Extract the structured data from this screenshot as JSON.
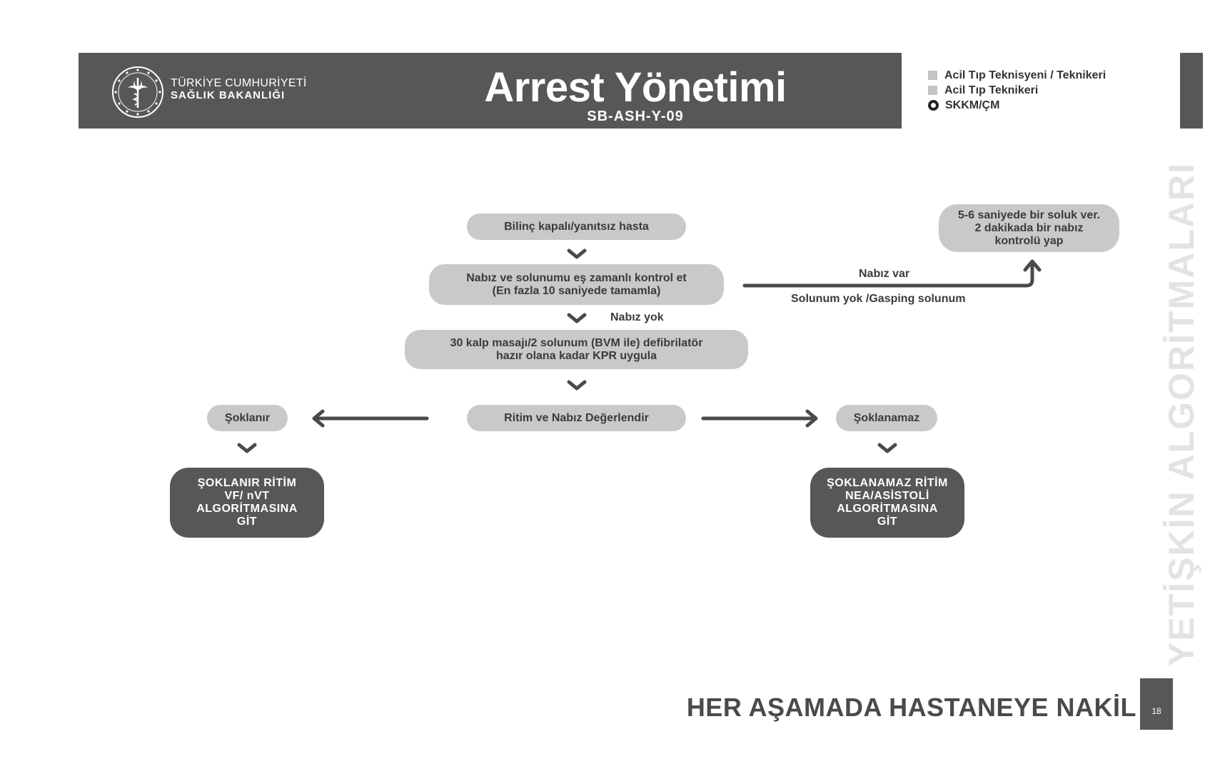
{
  "header": {
    "ministry_line1": "TÜRKİYE CUMHURİYETİ",
    "ministry_line2": "SAĞLIK BAKANLIĞI",
    "title": "Arrest Yönetimi",
    "code": "SB-ASH-Y-09"
  },
  "legend": {
    "items": [
      "Acil Tıp Teknisyeni / Teknikeri",
      "Acil Tıp Teknikeri",
      "SKKM/ÇM"
    ]
  },
  "side_title": "YETİŞKİN ALGORİTMALARI",
  "page_number": "18",
  "footer": "HER AŞAMADA HASTANEYE NAKİL",
  "flow": {
    "start": "Bilinç kapalı/yanıtsız hasta",
    "check": "Nabız ve solunumu eş zamanlı kontrol et\n(En fazla 10 saniyede tamamla)",
    "pulse_present_label": "Nabız var",
    "no_breathing_label": "Solunum yok /Gasping solunum",
    "rescue_breathing": "5-6 saniyede bir soluk ver.\n2 dakikada bir nabız\nkontrolü yap",
    "no_pulse_label": "Nabız yok",
    "cpr": "30 kalp masajı/2 solunum (BVM ile) defibrilatör\nhazır olana kadar KPR uygula",
    "rhythm_check": "Ritim ve Nabız Değerlendir",
    "shockable": "Şoklanır",
    "non_shockable": "Şoklanamaz",
    "shockable_goto": "ŞOKLANIR RİTİM\nVF/ nVT\nALGORİTMASINA\nGİT",
    "non_shockable_goto": "ŞOKLANAMAZ RİTİM\nNEA/ASİSTOLİ\nALGORİTMASINA\nGİT"
  }
}
